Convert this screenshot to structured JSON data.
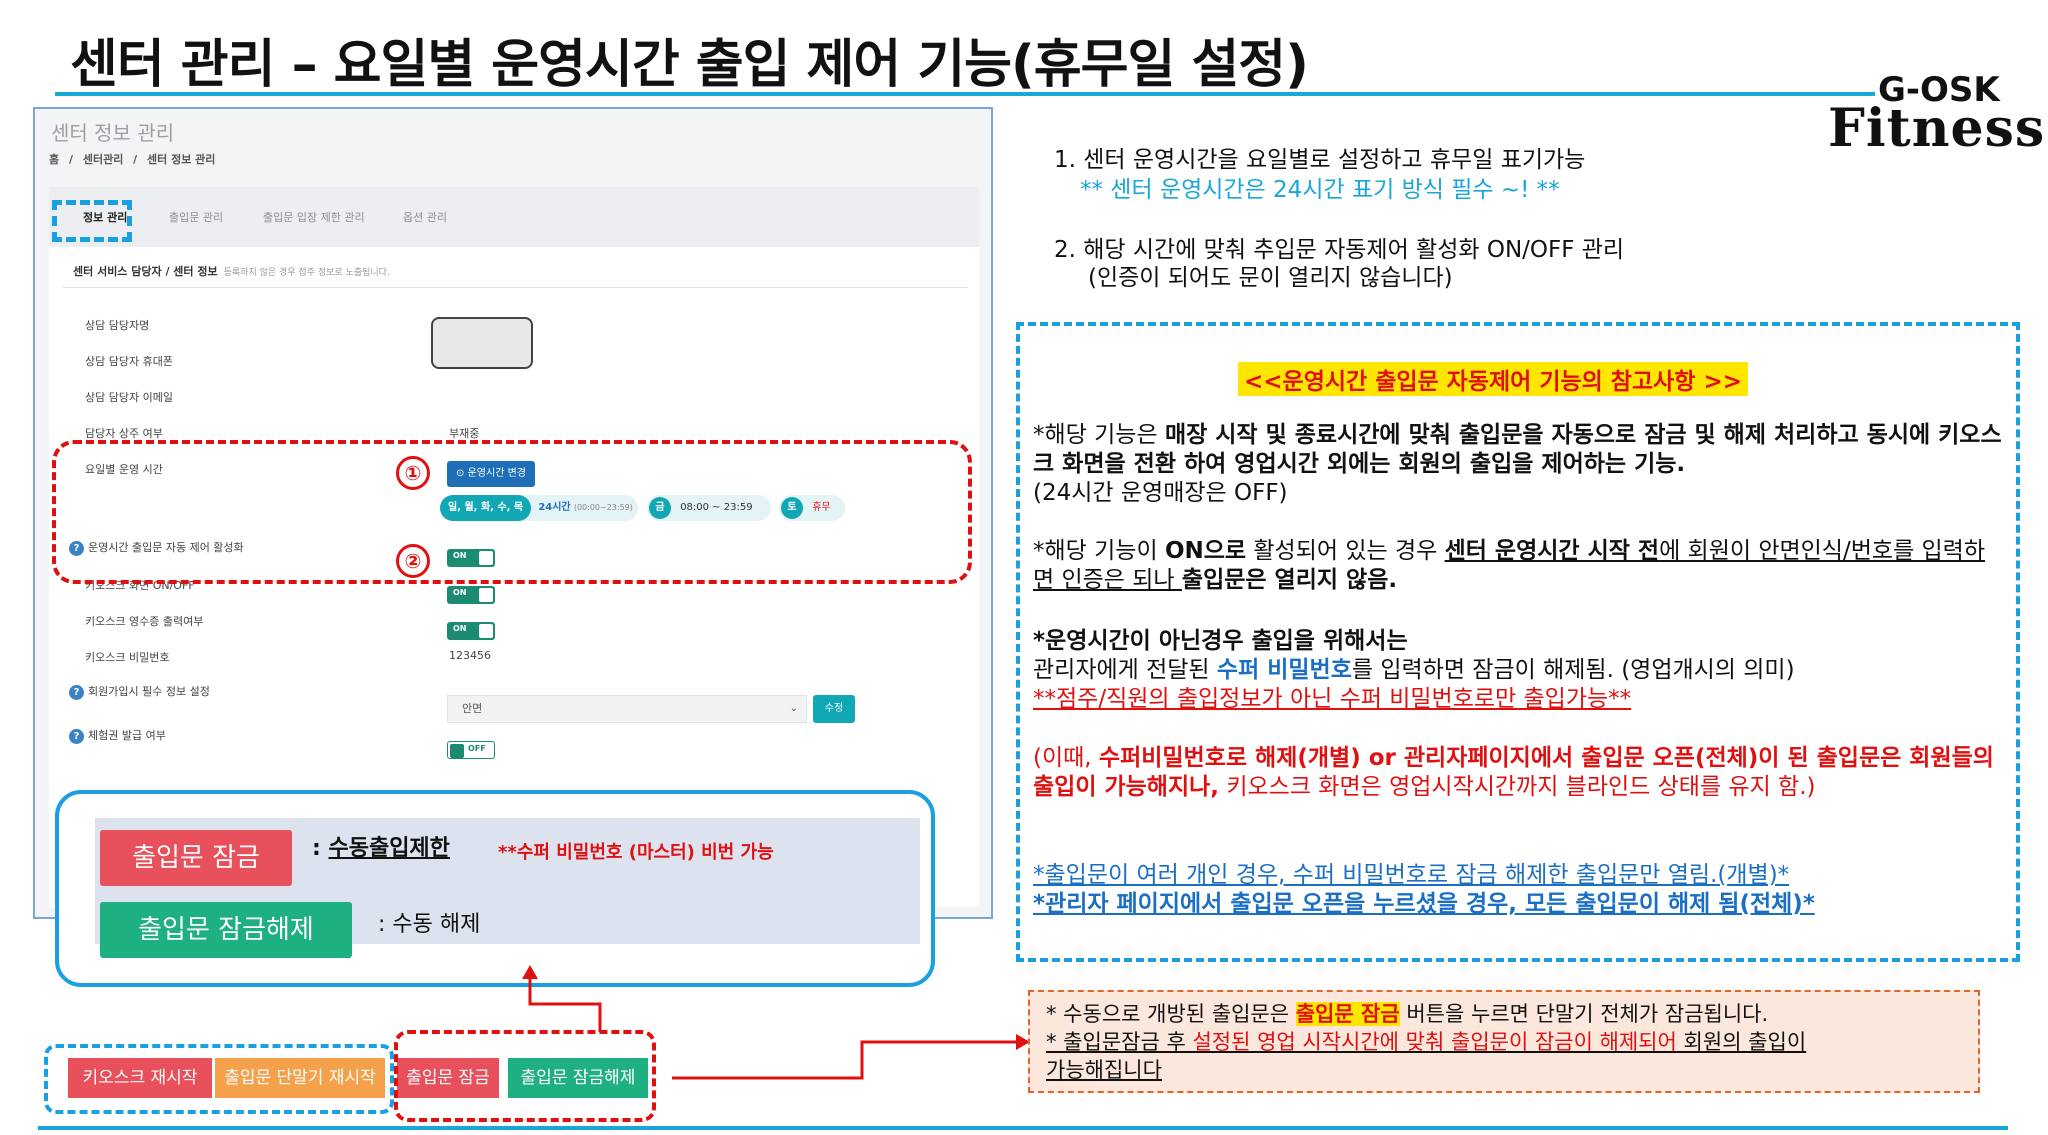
{
  "title": "센터 관리 – 요일별 운영시간 출입 제어 기능(휴무일 설정)",
  "logo": {
    "line1": "G-OSK",
    "line2": "Fitness"
  },
  "admin": {
    "page_heading": "센터 정보 관리",
    "breadcrumb": [
      "홈",
      "/",
      "센터관리",
      "/",
      "센터 정보 관리"
    ],
    "tabs": [
      "정보 관리",
      "출입문 관리",
      "출입문 입장 제한 관리",
      "옵션 관리"
    ],
    "section_title": "센터 서비스 담당자 / 센터 정보",
    "section_note": "등록하지 않은 경우 점주 정보로 노출됩니다.",
    "fields": {
      "manager_name": "상담 담당자명",
      "manager_phone": "상담 담당자 휴대폰",
      "manager_email": "상담 담당자 이메일",
      "manager_resident": "담당자 상주 여부",
      "manager_resident_value": "부재중",
      "weekday_hours": "요일별 운영 시간",
      "hours_button": "⊙ 운영시간 변경",
      "hours_pill_days": "일, 월, 화, 수, 목",
      "hours_pill_24h": "24시간",
      "hours_pill_24h_range": "(00:00~23:59)",
      "fri_icon": "금",
      "fri_hours": "08:00 ~ 23:59",
      "sat_icon": "토",
      "sat_hours": "휴무",
      "auto_door": "운영시간 출입문 자동 제어 활성화",
      "kiosk_screen": "키오스크 화면 ON/OFF",
      "kiosk_receipt": "키오스크 영수증 출력여부",
      "kiosk_password": "키오스크 비밀번호",
      "kiosk_password_value": "123456",
      "signup_required": "회원가입시 필수 정보 설정",
      "signup_select": "안면",
      "save_button": "수정",
      "trial_pass": "체험권 발급 여부"
    },
    "toggles": {
      "on": "ON",
      "off": "OFF"
    }
  },
  "annotations": {
    "circle1": "①",
    "circle2": "②"
  },
  "lock_box": {
    "lock_button": "출입문 잠금",
    "lock_desc": "수동출입제한",
    "lock_colon": ": ",
    "lock_note": "**수퍼 비밀번호 (마스터) 비번 가능",
    "unlock_button": "출입문 잠금해제",
    "unlock_desc": ": 수동 해제"
  },
  "bottom_buttons": [
    "키오스크 재시작",
    "출입문 단말기 재시작",
    "출입문 잠금",
    "출입문 잠금해제"
  ],
  "info": {
    "line1": "1. 센터 운영시간을 요일별로 설정하고 휴무일 표기가능",
    "line1_note": "** 센터 운영시간은 24시간 표기 방식 필수 ~! **",
    "line2": "2. 해당 시간에 맞춰 추입문 자동제어 활성화 ON/OFF 관리",
    "line2_note": "(인증이 되어도 문이 열리지 않습니다)"
  },
  "reference": {
    "title": "<<운영시간 출입문 자동제어 기능의 참고사항 >>",
    "p1_a": "*해당 기능은 ",
    "p1_b": "매장 시작 및 종료시간에 맞춰 출입문을 자동으로 잠금 및 해제 처리하고 동시에 키오스크 화면을 전환 하여  영업시간 외에는 회원의 출입을 제어하는 기능.",
    "p1_c": "(24시간 운영매장은 OFF)",
    "p2_a": "*해당 기능이 ",
    "p2_b": "ON으로",
    "p2_c": " 활성되어 있는 경우 ",
    "p2_d": "센터 운영시간 시작 전",
    "p2_e": "에 회원이 안면인식/번호를 입력하면 인증은 되나 ",
    "p2_f": "출입문은 열리지 않음.",
    "p3_title": "*운영시간이 아닌경우 출입을 위해서는",
    "p3_a": "관리자에게 전달된 ",
    "p3_b": "수퍼 비밀번호",
    "p3_c": "를 입력하면 잠금이 해제됨. (영업개시의 의미)",
    "p3_d": "**점주/직원의 출입정보가 아닌 수퍼 비밀번호로만 출입가능**",
    "p4_a": "(이때, ",
    "p4_b": "수퍼비밀번호로 해제(개별) or 관리자페이지에서 출입문 오픈(전체)이 된 출입문은 회원들의 출입이 가능해지나,",
    "p4_c": " 키오스크 화면은 영업시작시간까지 블라인드 상태를 유지 함.)",
    "p5": "*출입문이 여러 개인 경우, 수퍼 비밀번호로 잠금 해제한 출입문만 열림.(개별)*",
    "p6": "*관리자 페이지에서 출입문 오픈을 누르셨을 경우, 모든 출입문이 해제 됨(전체)*"
  },
  "note": {
    "l1_a": "* 수동으로 개방된 출입문은 ",
    "l1_b": "출입문 잠금",
    "l1_c": " 버튼을 누르면 단말기 전체가 잠금됩니다.",
    "l2_a": "* 출입문잠금 후 ",
    "l2_b": "설정된 영업 시작시간에 맞춰 출입문이 잠금이 해제되어",
    "l2_c": " 회원의 출입이",
    "l3": "가능해집니다"
  },
  "colors": {
    "accent": "#19a7d8",
    "red": "#e01010",
    "lock_button": "#e8505b",
    "unlock_button": "#1fb082",
    "kiosk_restart": "#e8505b",
    "terminal_restart": "#f5a04a",
    "highlight": "#ffe600"
  }
}
